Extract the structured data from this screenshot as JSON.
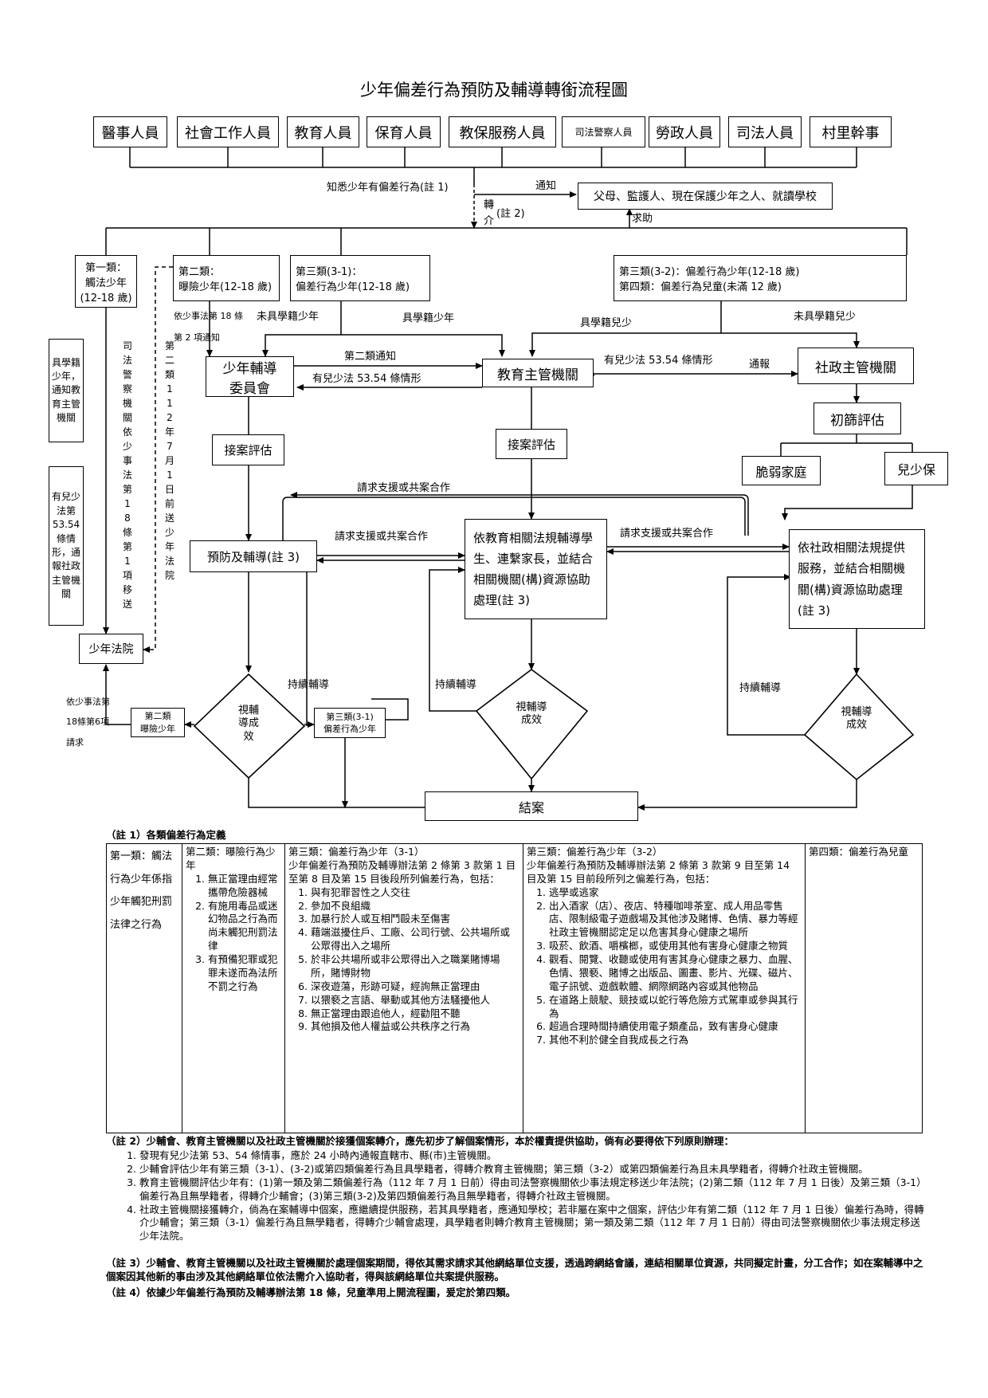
{
  "title": "少年偏差行為預防及輔導轉銜流程圖",
  "roles": [
    "醫事人員",
    "社會工作人員",
    "教育人員",
    "保育人員",
    "教保服務人員",
    "司法警察人員",
    "勞政人員",
    "司法人員",
    "村里幹事"
  ],
  "flow": {
    "know": "知悉少年有偏差行為(註 1)",
    "notify": "通知",
    "parents": "父母、監護人、現在保護少年之人、就讀學校",
    "refer_a": "轉",
    "refer_b": "介",
    "refer_note": "(註 2)",
    "seek_help": "求助",
    "cat1": "第一類：\n觸法少年\n(12-18 歲)",
    "cat2": "第二類：\n曝險少年(12-18 歲)",
    "cat31": "第三類(3-1)：\n偏差行為少年(12-18 歲)",
    "cat32": "第三類(3-2)：偏差行為少年(12-18 歲)\n第四類：偏差行為兒童(未滿 12 歲)",
    "law18": "依少事法第 18 條",
    "item2": "第 2 項通知",
    "no_school": "未具學籍少年",
    "with_school": "具學籍少年",
    "with_school_child": "具學籍兒少",
    "no_school_child": "未具學籍兒少",
    "committee": "少年輔導\n委員會",
    "cat2_notify": "第二類通知",
    "edu_auth": "教育主管機關",
    "child_law_committee": "有兒少法 53.54 條情形",
    "child_law_edu": "有兒少法 53.54 條情形",
    "report": "通報",
    "social_auth": "社政主管機關",
    "screening": "初篩評估",
    "vulnerable": "脆弱家庭",
    "child_protect": "兒少保",
    "intake_left": "接案評估",
    "intake_mid": "接案評估",
    "request_top": "請求支援或共案合作",
    "request_left": "請求支援或共案合作",
    "request_right": "請求支援或共案合作",
    "prevent": "預防及輔導(註 3)",
    "edu_action": "依教育相關法規輔導學生、連繫家長，並結合相關機關(構)資源協助處理(註 3)",
    "social_action": "依社政相關法規提供服務，並結合相關機關(構)資源協助處理\n(註 3)",
    "left_school_notice": "具學籍少年，通知教育主管機關",
    "police_text": "司法警察機關依少事法第18條第1項移送",
    "cat2_text": "第二類112年7月1日前送少年法院",
    "child_law_left": "有兒少法第53.54條情形，通報社政主管機關",
    "juvenile_court": "少年法院",
    "law_item6": "依少事法第18條第6項請求",
    "cat2_small": "第二類\n曝險少年",
    "cat31_small": "第三類(3-1)\n偏差行為少年",
    "continue_1": "持續輔導",
    "continue_2": "持續輔導",
    "continue_3": "持續輔導",
    "eval_1": "視輔\n導成\n效",
    "eval_2": "視輔導\n成效",
    "eval_3": "視輔導\n成效",
    "close": "結案"
  },
  "note1": {
    "heading": "（註 1）各類偏差行為定義",
    "c1": "第一類：觸法行為少年係指少年觸犯刑罰法律之行為",
    "c2_head": "第二類：曝險行為少年",
    "c2_items": [
      "無正當理由經常攜帶危險器械",
      "有施用毒品或迷幻物品之行為而尚未觸犯刑罰法律",
      "有預備犯罪或犯罪未遂而為法所不罰之行為"
    ],
    "c3_head": "第三類：偏差行為少年（3-1）",
    "c3_intro": "少年偏差行為預防及輔導辦法第 2 條第 3 款第 1 目至第 8 目及第 15 目後段所列偏差行為，包括：",
    "c3_items": [
      "與有犯罪習性之人交往",
      "參加不良組織",
      "加暴行於人或互相鬥毆未至傷害",
      "藉端滋擾住戶、工廠、公司行號、公共場所或公眾得出入之場所",
      "於非公共場所或非公眾得出入之職業賭博場所，賭博財物",
      "深夜遊蕩，形跡可疑，經詢無正當理由",
      "以猥褻之言語、舉動或其他方法騷擾他人",
      "無正當理由跟追他人，經勸阻不聽",
      "其他損及他人權益或公共秩序之行為"
    ],
    "c4_head": "第三類：偏差行為少年（3-2）",
    "c4_intro": "少年偏差行為預防及輔導辦法第 2 條第 3 款第 9 目至第 14 目及第 15 目前段所列之偏差行為，包括：",
    "c4_items": [
      "逃學或逃家",
      "出入酒家（店）、夜店、特種咖啡茶室、成人用品零售店、限制級電子遊戲場及其他涉及賭博、色情、暴力等經社政主管機關認定足以危害其身心健康之場所",
      "吸菸、飲酒、嚼檳榔，或使用其他有害身心健康之物質",
      "觀看、閱覽、收聽或使用有害其身心健康之暴力、血腥、色情、猥褻、賭博之出版品、圖畫、影片、光碟、磁片、電子訊號、遊戲軟體、網際網路內容或其他物品",
      "在道路上競駛、競技或以蛇行等危險方式駕車或參與其行為",
      "超過合理時間持續使用電子類產品，致有害身心健康",
      "其他不利於健全自我成長之行為"
    ],
    "c5": "第四類：偏差行為兒童"
  },
  "note2": {
    "heading": "（註 2）少輔會、教育主管機關以及社政主管機關於接獲個案轉介，應先初步了解個案情形，本於權責提供協助，倘有必要得依下列原則辦理：",
    "items": [
      "發現有兒少法第 53、54 條情事，應於 24 小時內通報直轄市、縣(市)主管機關。",
      "少輔會評估少年有第三類（3-1）、(3-2)或第四類偏差行為且具學籍者，得轉介教育主管機關；第三類（3-2）或第四類偏差行為且未具學籍者，得轉介社政主管機關。",
      "教育主管機關評估少年有：(1)第一類及第二類偏差行為（112 年 7 月 1 日前）得由司法警察機關依少事法規定移送少年法院；(2)第二類（112 年 7 月 1 日後）及第三類（3-1）偏差行為且無學籍者，得轉介少輔會；(3)第三類(3-2)及第四類偏差行為且無學籍者，得轉介社政主管機關。",
      "社政主管機關接獲轉介，倘為在案輔導中個案，應繼續提供服務，若其具學籍者，應通知學校；若非屬在案中之個案，評估少年有第二類（112 年 7 月 1 日後）偏差行為時，得轉介少輔會；第三類（3-1）偏差行為且無學籍者，得轉介少輔會處理，具學籍者則轉介教育主管機關；第一類及第二類（112 年 7 月 1 日前）得由司法警察機關依少事法規定移送少年法院。"
    ]
  },
  "note3": "（註 3）少輔會、教育主管機關以及社政主管機關於處理個案期間，得依其需求請求其他網絡單位支援，透過跨網絡會議，連結相關單位資源，共同擬定計畫，分工合作；如在案輔導中之個案因其他新的事由涉及其他網絡單位依法需介入協助者，得與該網絡單位共案提供服務。",
  "note4": "（註 4）依據少年偏差行為預防及輔導辦法第 18 條，兒童準用上開流程圖，爰定於第四類。"
}
